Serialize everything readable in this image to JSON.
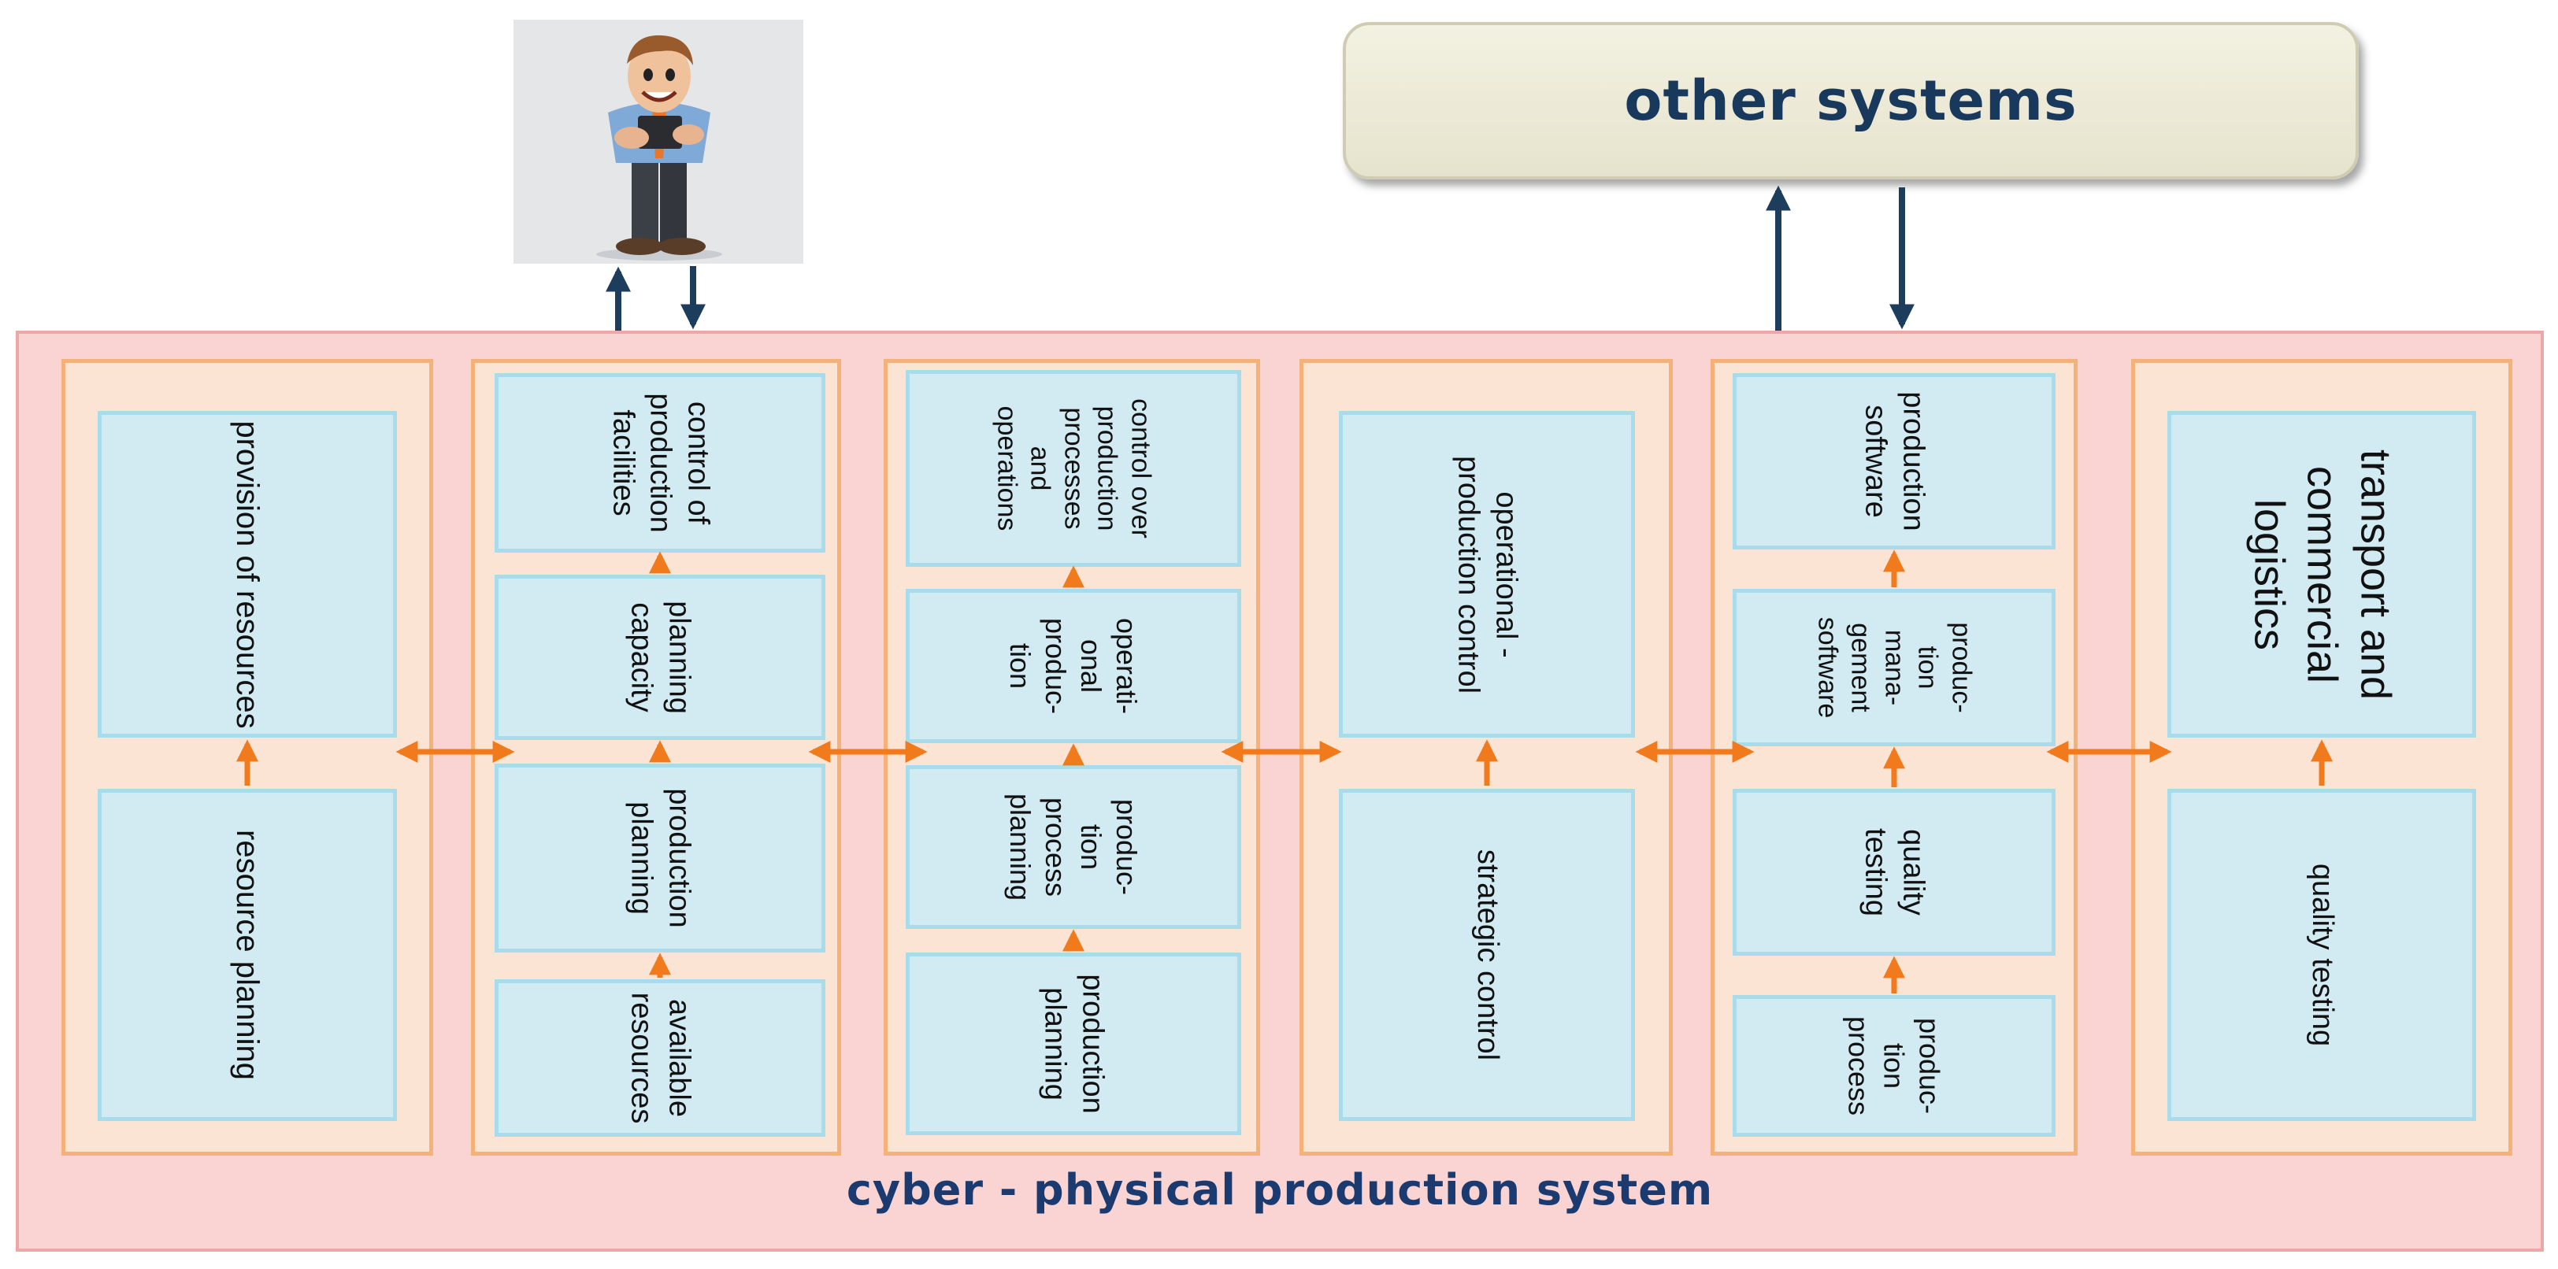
{
  "other_systems_label": "other systems",
  "system_label": "cyber - physical production system",
  "columns": [
    {
      "boxes": [
        "provision of resources",
        "resource planning"
      ]
    },
    {
      "boxes": [
        "control of\nproduction\nfacilities",
        "planning\ncapacity",
        "production\nplanning",
        "available\nresources"
      ]
    },
    {
      "boxes": [
        "control over\nproduction\nprocesses\nand\noperations",
        "operati-\nonal\nproduc-\ntion",
        "produc-\ntion\nprocess\nplanning",
        "production\nplanning"
      ]
    },
    {
      "boxes": [
        "operational -\nproduction control",
        "strategic control"
      ]
    },
    {
      "boxes": [
        "production\nsoftware",
        "produc-\ntion\nmana-\ngement\nsoftware",
        "quality\ntesting",
        "produc-\ntion\nprocess"
      ]
    },
    {
      "boxes": [
        "transport and\ncommercial\nlogistics",
        "quality testing"
      ]
    }
  ],
  "colors": {
    "flow_arrow": "#f07a1c",
    "io_arrow": "#1d3d5c",
    "label_text": "#1b3a70"
  }
}
